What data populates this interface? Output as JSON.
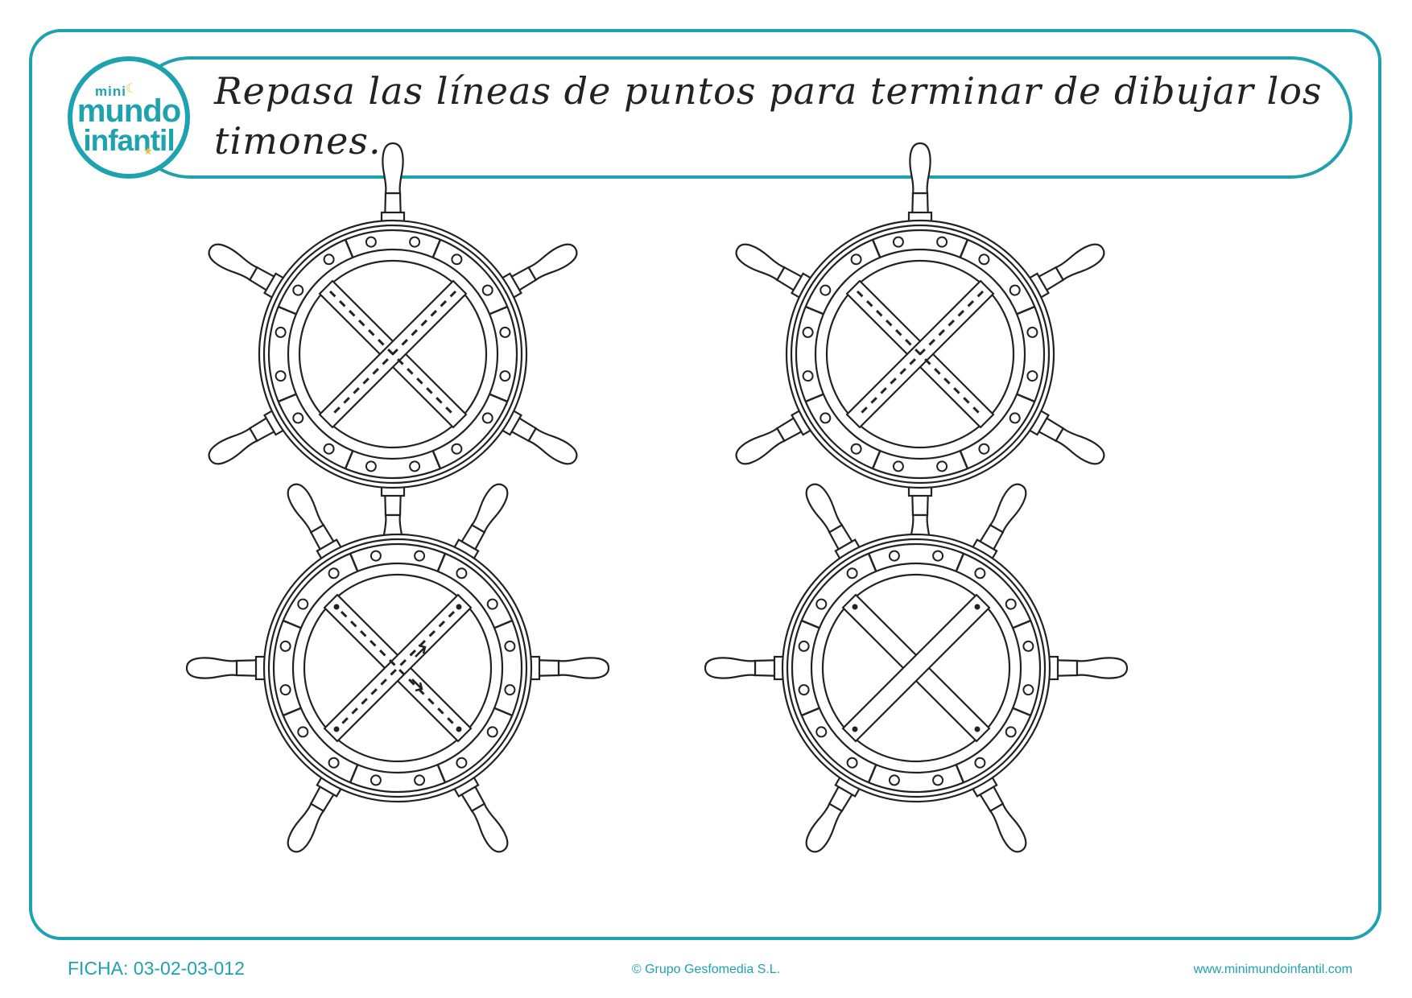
{
  "header": {
    "instruction": "Repasa las líneas de puntos para terminar de dibujar los timones.",
    "logo": {
      "mini": "mini",
      "mundo": "mundo",
      "infantil": "infantil"
    }
  },
  "worksheet": {
    "wheels": [
      {
        "name": "wheel-top-left",
        "style": "dashed"
      },
      {
        "name": "wheel-top-right",
        "style": "dashed"
      },
      {
        "name": "wheel-bottom-left",
        "style": "dashed-with-arrows"
      },
      {
        "name": "wheel-bottom-right",
        "style": "solid-with-dots"
      }
    ]
  },
  "footer": {
    "code": "FICHA: 03-02-03-012",
    "copyright": "© Grupo Gesfomedia S.L.",
    "url": "www.minimundoinfantil.com"
  },
  "colors": {
    "accent": "#1fa2b0",
    "logo_star": "#f2c132",
    "line": "#222222"
  }
}
